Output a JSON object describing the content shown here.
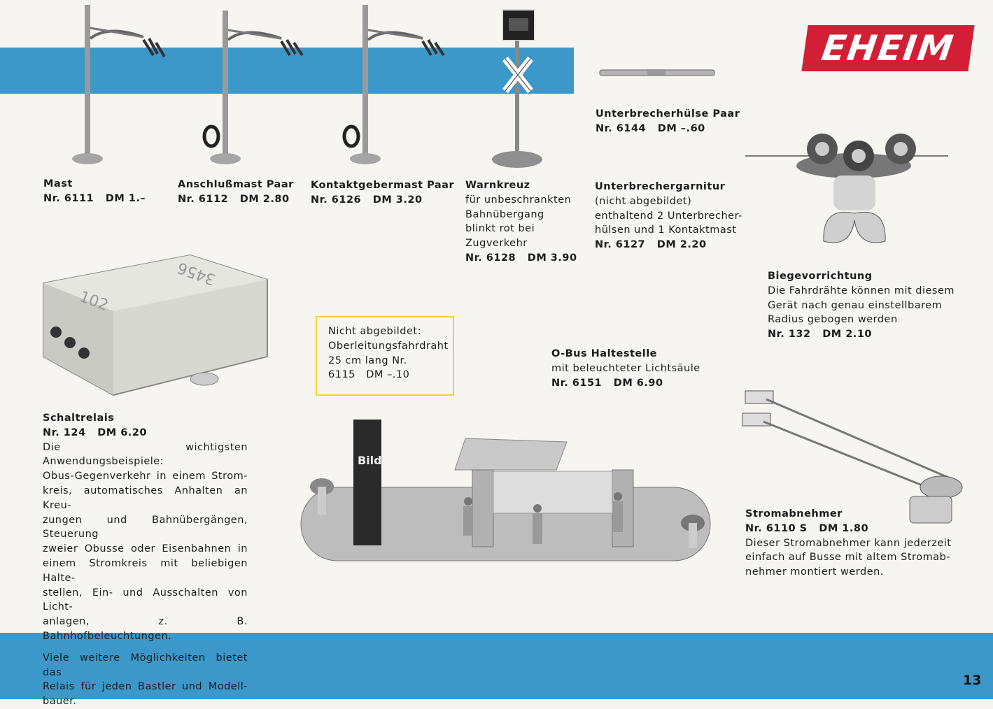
{
  "brand": "EHEIM",
  "page_number": "13",
  "products": {
    "mast": {
      "name": "Mast",
      "nr": "Nr. 6111",
      "price": "DM 1.–"
    },
    "anschluss": {
      "name": "Anschlußmast Paar",
      "nr": "Nr. 6112",
      "price": "DM 2.80"
    },
    "kontakt": {
      "name": "Kontaktgebermast Paar",
      "nr": "Nr. 6126",
      "price": "DM 3.20"
    },
    "warnkreuz": {
      "name": "Warnkreuz",
      "desc": [
        "für unbeschrankten",
        "Bahnübergang",
        "blinkt rot bei",
        "Zugverkehr"
      ],
      "nr": "Nr. 6128",
      "price": "DM 3.90"
    },
    "huelse": {
      "name": "Unterbrecherhülse Paar",
      "nr": "Nr. 6144",
      "price": "DM –.60"
    },
    "garnitur": {
      "name": "Unterbrechergarnitur",
      "desc": [
        "(nicht abgebildet)",
        "enthaltend 2 Unterbrecher-",
        "hülsen und 1 Kontaktmast"
      ],
      "nr": "Nr. 6127",
      "price": "DM 2.20"
    },
    "biege": {
      "name": "Biegevorrichtung",
      "desc": [
        "Die Fahrdrähte können mit diesem",
        "Gerät nach genau einstellbarem",
        "Radius gebogen werden"
      ],
      "nr": "Nr. 132",
      "price": "DM 2.10"
    },
    "schaltrelais": {
      "name": "Schaltrelais",
      "nr": "Nr. 124",
      "price": "DM 6.20",
      "desc": [
        "Die wichtigsten Anwendungsbeispiele:",
        "Obus-Gegenverkehr in einem Strom-",
        "kreis, automatisches Anhalten an Kreu-",
        "zungen und Bahnübergängen, Steuerung",
        "zweier Obusse oder Eisenbahnen in",
        "einem Stromkreis mit beliebigen Halte-",
        "stellen, Ein- und Ausschalten von Licht-",
        "anlagen, z. B. Bahnhofbeleuchtungen."
      ],
      "desc2": [
        "Viele weitere Möglichkeiten bietet das",
        "Relais für jeden Bastler und Modell-",
        "bauer."
      ]
    },
    "oberleitung": {
      "label": "Nicht abgebildet:",
      "name": "Oberleitungsfahrdraht",
      "desc": "25 cm lang",
      "nr": "Nr. 6115",
      "price": "DM –.10"
    },
    "haltestelle": {
      "name": "O-Bus Haltestelle",
      "desc": "mit beleuchteter Lichtsäule",
      "nr": "Nr. 6151",
      "price": "DM 6.90"
    },
    "stromabnehmer": {
      "name": "Stromabnehmer",
      "nr": "Nr. 6110 S",
      "price": "DM 1.80",
      "desc": [
        "Dieser Stromabnehmer kann jederzeit",
        "einfach auf Busse mit altem Stromab-",
        "nehmer montiert werden."
      ]
    }
  },
  "pictures": {
    "relais_marks": [
      "102",
      "3456"
    ],
    "kiosk_sign": "Bild"
  }
}
